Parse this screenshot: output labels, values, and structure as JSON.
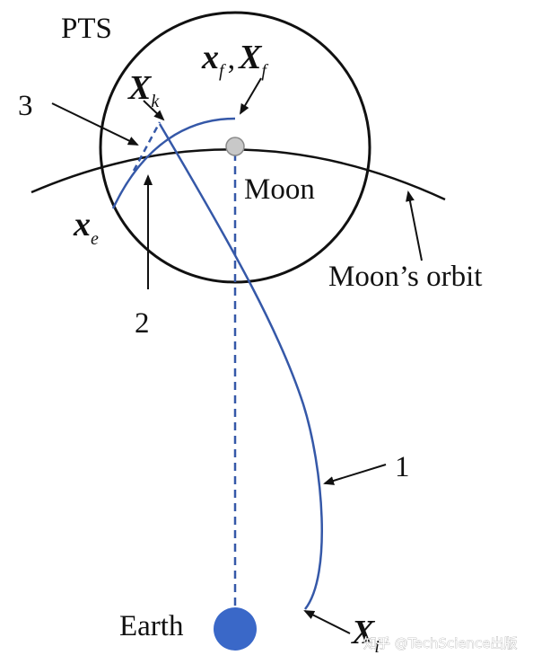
{
  "labels": {
    "pts": "PTS",
    "moon": "Moon",
    "moon_orbit": "Moon’s orbit",
    "earth": "Earth",
    "seg1": "1",
    "seg2": "2",
    "seg3": "3"
  },
  "math": {
    "xf": {
      "base": "x",
      "sub": "f"
    },
    "comma": ",",
    "Xf": {
      "base": "X",
      "sub": "f"
    },
    "Xk": {
      "base": "X",
      "sub": "k"
    },
    "xe": {
      "base": "x",
      "sub": "e"
    },
    "Xi": {
      "base": "X",
      "sub": "i"
    }
  },
  "watermark": "知乎 @TechScience出版",
  "colors": {
    "trajectory": "#3558a8",
    "earth": "#3a68c8",
    "moon": "#c8c8c8",
    "ink": "#111111"
  }
}
